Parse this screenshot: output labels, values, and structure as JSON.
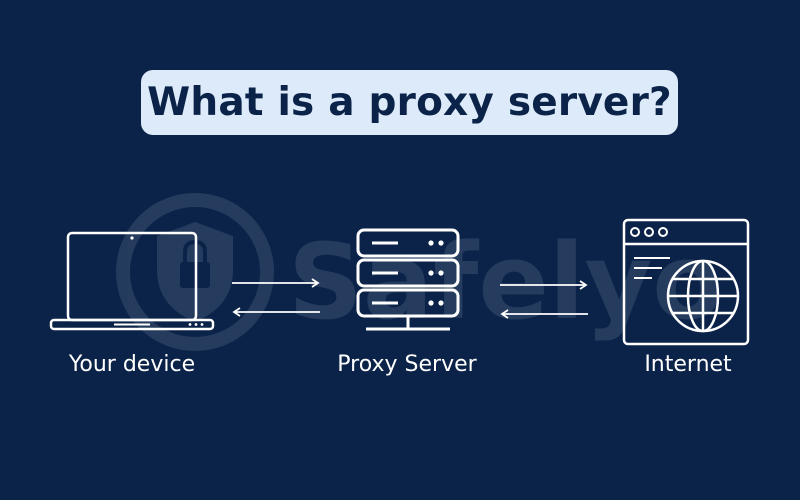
{
  "title": "What is a proxy server?",
  "nodes": [
    {
      "id": "device",
      "label": "Your device",
      "icon": "laptop-icon"
    },
    {
      "id": "proxy",
      "label": "Proxy Server",
      "icon": "server-icon"
    },
    {
      "id": "internet",
      "label": "Internet",
      "icon": "browser-globe-icon"
    }
  ],
  "watermark": {
    "text": "Safelyo",
    "icon": "shield-lock-icon"
  },
  "colors": {
    "background": "#0b2348",
    "title_pill": "#dceaf9",
    "title_text": "#0b2348",
    "stroke": "#ffffff"
  }
}
